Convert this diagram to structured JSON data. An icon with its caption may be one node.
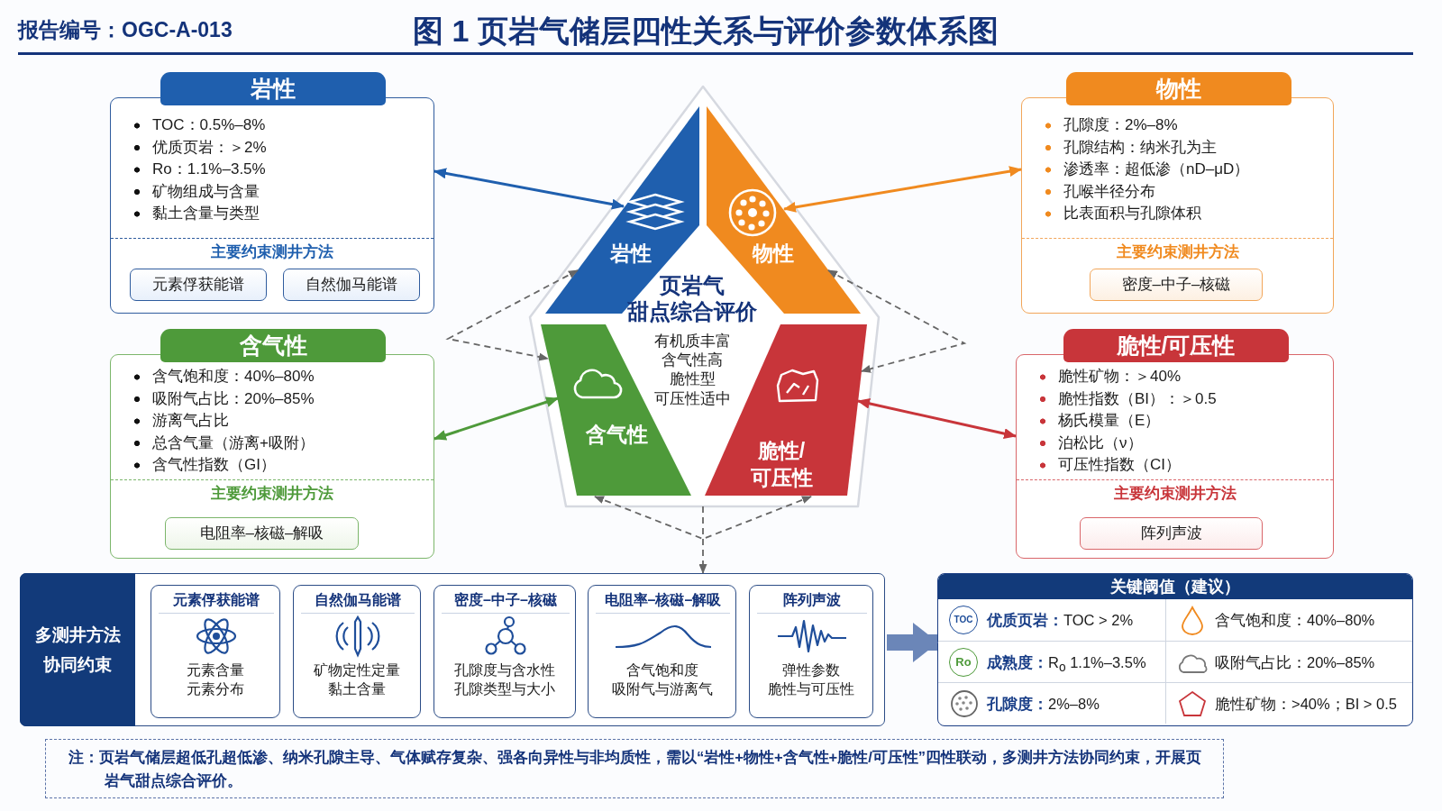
{
  "diagram": {
    "title": "图 1 页岩气储层四性关系与评价参数体系图",
    "caption": "注：页岩气储层超低孔超低渗、纳米孔隙主导、气体赋存复杂、强各向异性与非均质性，需以“岩性+物性+含气性+脆性/可压性”四性联动，多测井方法协同约束，开展页岩气甜点综合评价。",
    "nodes": [
      {
        "text": [
          "岩性",
          "TOC：0.5%–8%",
          "优质页岩：＞2%",
          "Ro：1.1%–3.5%",
          "矿物组成与含量",
          "黏土含量与类型",
          "主要约束测井方法"
        ]
      },
      {
        "text": [
          "元素俘获能谱"
        ],
        "in": 0
      },
      {
        "text": [
          "自然伽马能谱"
        ],
        "in": 0
      },
      {
        "text": [
          "物性",
          "孔隙度：2%–8%",
          "孔隙结构：纳米孔为主",
          "渗透率：超低渗（nD–μD）",
          "孔喉半径分布",
          "比表面积与孔隙体积",
          "主要约束测井方法"
        ]
      },
      {
        "text": [
          "密度–中子–核磁"
        ],
        "in": 3
      },
      {
        "text": [
          "含气性",
          "含气饱和度：40%–80%",
          "吸附气占比：20%–85%",
          "游离气占比",
          "总含气量（游离+吸附）",
          "含气性指数（GI）",
          "主要约束测井方法"
        ]
      },
      {
        "text": [
          "电阻率–核磁–解吸"
        ],
        "in": 5
      },
      {
        "text": [
          "脆性/可压性",
          "脆性矿物：＞40%",
          "脆性指数（BI）：＞0.5",
          "杨氏模量（E）",
          "泊松比（ν）",
          "可压性指数（CI）",
          "主要约束测井方法"
        ]
      },
      {
        "text": [
          "阵列声波"
        ],
        "in": 7
      },
      {
        "text": [
          "页岩气",
          "甜点综合评价",
          "有机质丰富",
          "含气性高",
          "脆性型",
          "可压性适中"
        ]
      },
      {
        "text": [
          "岩性"
        ],
        "in": 9
      },
      {
        "text": [
          "物性"
        ],
        "in": 9
      },
      {
        "text": [
          "含气性"
        ],
        "in": 9
      },
      {
        "text": [
          "脆性/可压性"
        ],
        "in": 9
      },
      {
        "text": [
          "多测井方法协同约束"
        ]
      },
      {
        "text": [
          "元素俘获能谱",
          "元素含量",
          "元素分布"
        ],
        "in": 14
      },
      {
        "text": [
          "自然伽马能谱",
          "矿物定性定量",
          "黏土含量"
        ],
        "in": 14
      },
      {
        "text": [
          "密度–中子–核磁",
          "孔隙度与含水性",
          "孔隙类型与大小"
        ],
        "in": 14
      },
      {
        "text": [
          "电阻率–核磁–解吸",
          "含气饱和度",
          "吸附气与游离气"
        ],
        "in": 14
      },
      {
        "text": [
          "阵列声波",
          "弹性参数",
          "脆性与可压性"
        ],
        "in": 14
      },
      {
        "text": [
          "关键阈值（建议）",
          "**优质页岩：**TOC > 2%",
          "含气饱和度：40%–80%",
          "**成熟度：**R$_{o}$ 1.1%–3.5%",
          "吸附气占比：20%–85%",
          "**孔隙度：**2%–8%",
          "脆性矿物：>40%；BI > 0.5"
        ]
      }
    ],
    "edges": [
      {
        "from": 0,
        "to": 10,
        "arrow": "both",
        "color": "#1f5fae"
      },
      {
        "from": 3,
        "to": 11,
        "arrow": "both",
        "color": "#f08a1f"
      },
      {
        "from": 5,
        "to": 12,
        "arrow": "both",
        "color": "#4e9a3a"
      },
      {
        "from": 7,
        "to": 13,
        "arrow": "both",
        "color": "#c8353a"
      },
      {
        "from": 10,
        "to": 12,
        "arrow": "both",
        "style": "dashed"
      },
      {
        "from": 11,
        "to": 13,
        "arrow": "both",
        "style": "dashed"
      },
      {
        "from": 12,
        "to": 13,
        "arrow": "both",
        "style": "dashed"
      },
      {
        "from": 9,
        "to": 14,
        "arrow": "to",
        "style": "dashed"
      },
      {
        "from": 14,
        "to": 20,
        "arrow": "to",
        "style": "thick",
        "color": "#6b86b8"
      }
    ],
    "labels": [
      "报告编号：OGC-A-013",
      "TOC",
      "Ro"
    ]
  }
}
